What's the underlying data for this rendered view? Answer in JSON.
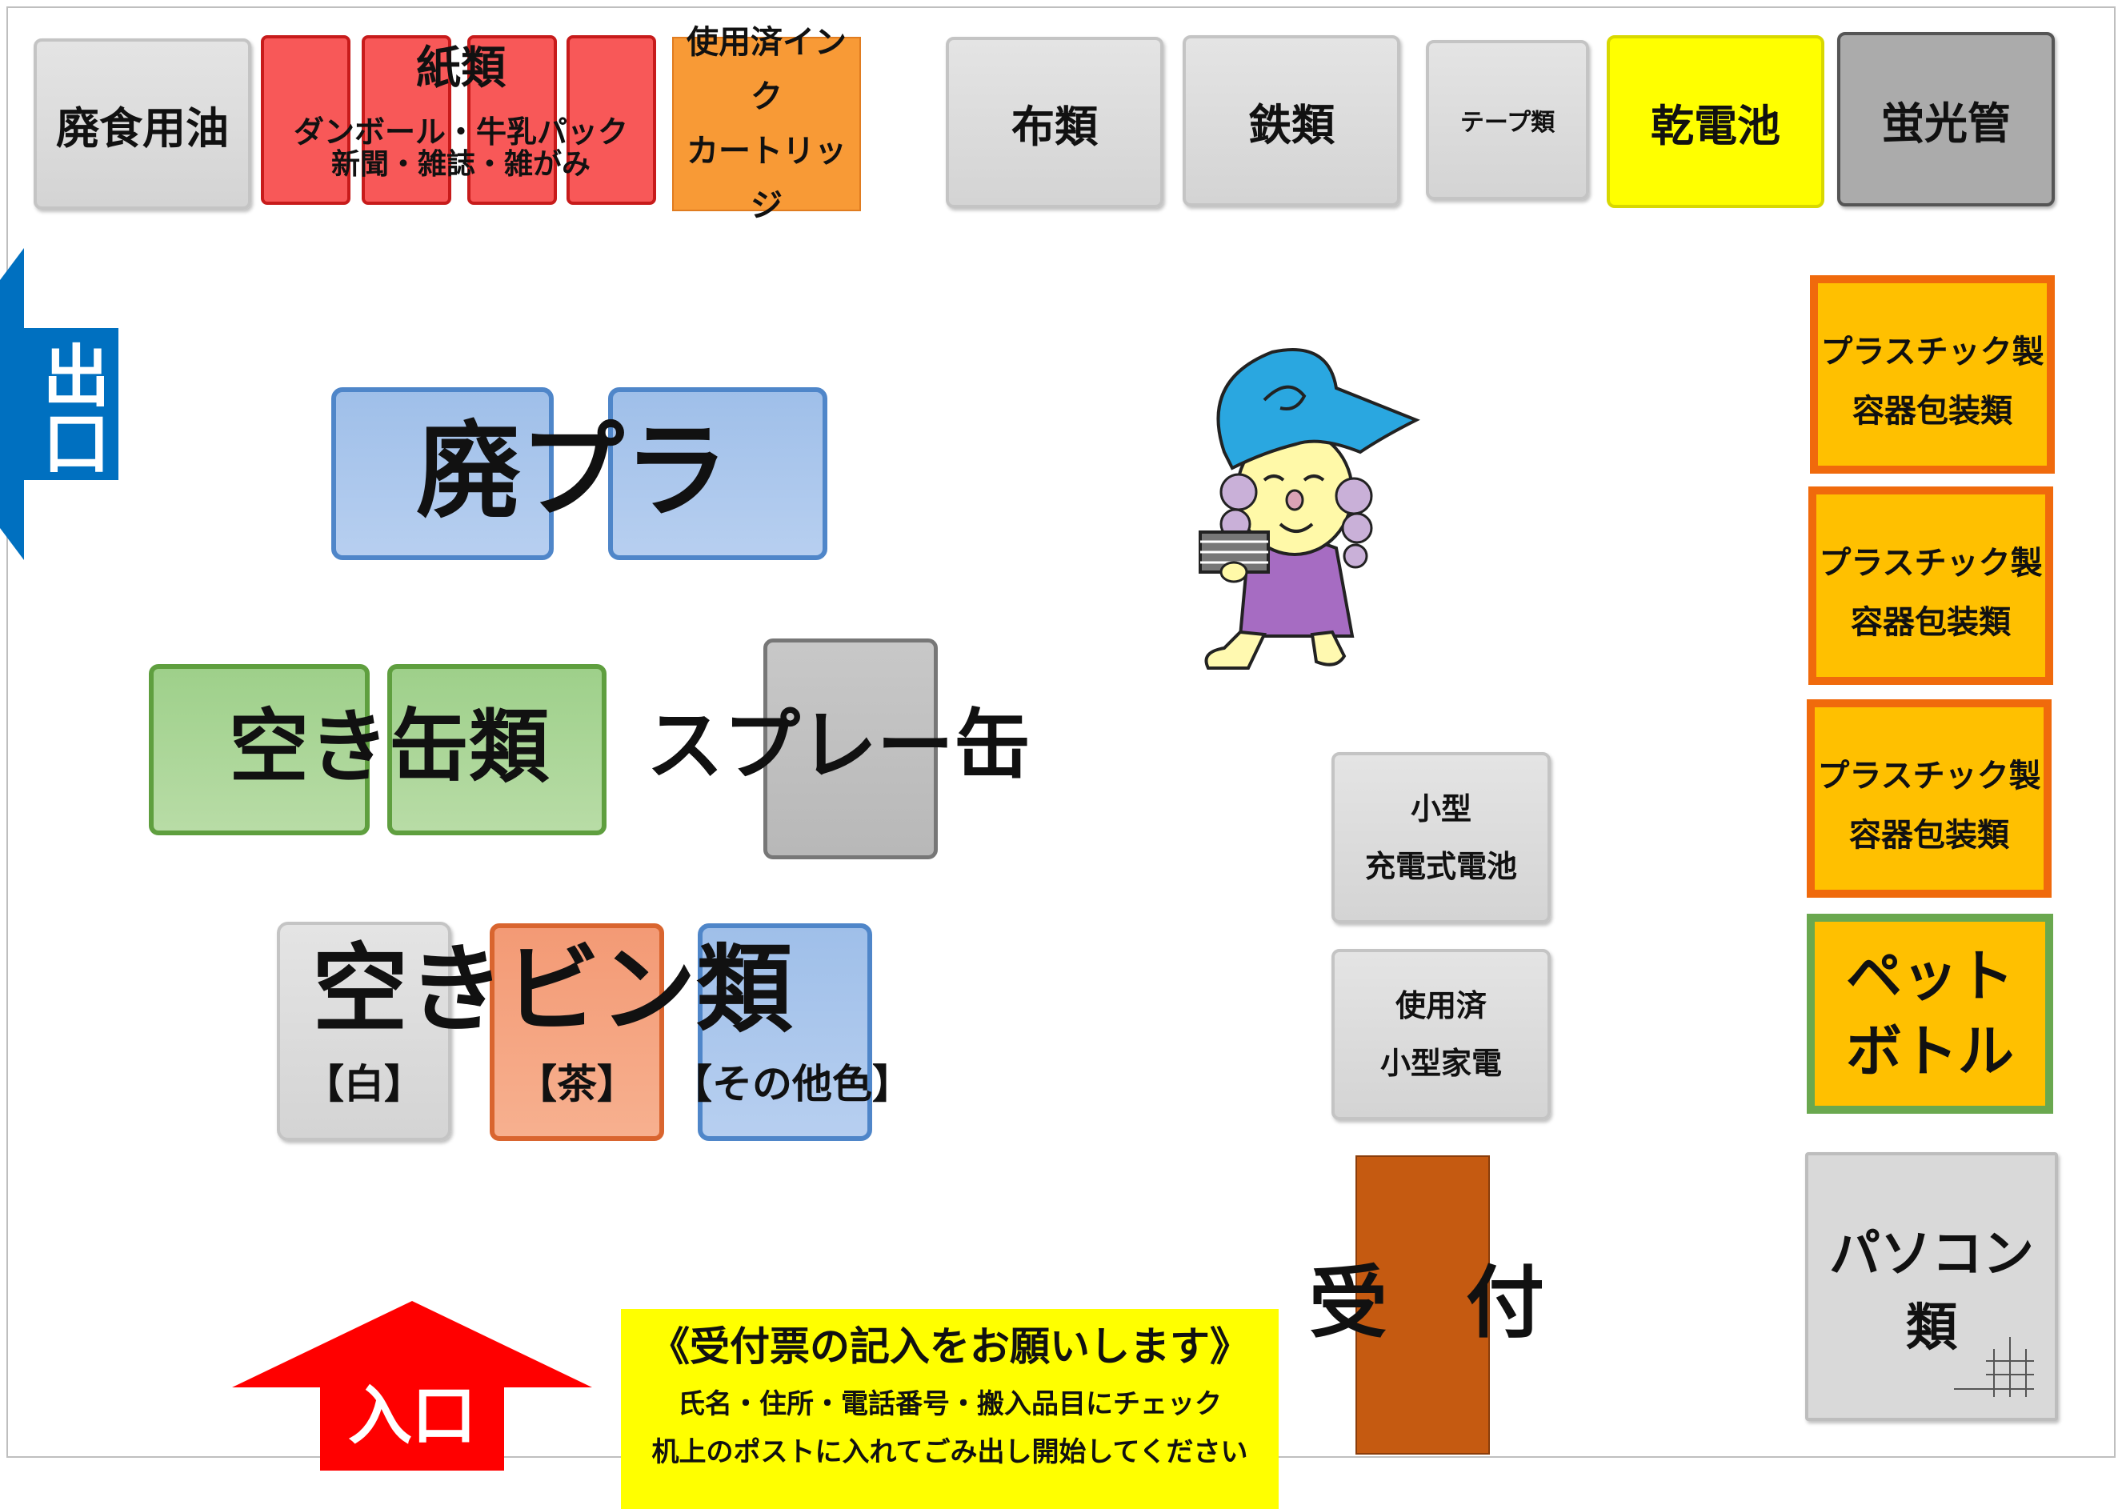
{
  "top_row": {
    "waste_oil": "廃食用油",
    "paper_title": "紙類",
    "paper_sub1": "ダンボール・牛乳パック",
    "paper_sub2": "新聞・雑誌・雑がみ",
    "ink_line1": "使用済インク",
    "ink_line2": "カートリッジ",
    "cloth": "布類",
    "iron": "鉄類",
    "tape": "テープ類",
    "battery": "乾電池",
    "fluorescent": "蛍光管"
  },
  "exit_label": "出口",
  "waste_plastic": "廃プラ",
  "empty_cans": "空き缶類",
  "spray_can": "スプレー缶",
  "bottles": {
    "title": "空きビン類",
    "white": "【白】",
    "brown": "【茶】",
    "other": "【その他色】"
  },
  "small_rechargeable": {
    "line1": "小型",
    "line2": "充電式電池"
  },
  "small_appliance": {
    "line1": "使用済",
    "line2": "小型家電"
  },
  "plastic_packaging": [
    {
      "line1": "プラスチック製",
      "line2": "容器包装類"
    },
    {
      "line1": "プラスチック製",
      "line2": "容器包装類"
    },
    {
      "line1": "プラスチック製",
      "line2": "容器包装類"
    }
  ],
  "pet_bottle": {
    "line1": "ペット",
    "line2": "ボトル"
  },
  "pc": "パソコン類",
  "reception": "受　付",
  "entrance_label": "入口",
  "notice": {
    "title": "《受付票の記入をお願いします》",
    "line1": "氏名・住所・電話番号・搬入品目にチェック",
    "line2": "机上のポストに入れてごみ出し開始してください"
  },
  "colors": {
    "exit_arrow": "#0070c0",
    "entrance_arrow": "#ff0000",
    "notice_bg": "#ffff00",
    "reception_desk": "#c55a11"
  }
}
